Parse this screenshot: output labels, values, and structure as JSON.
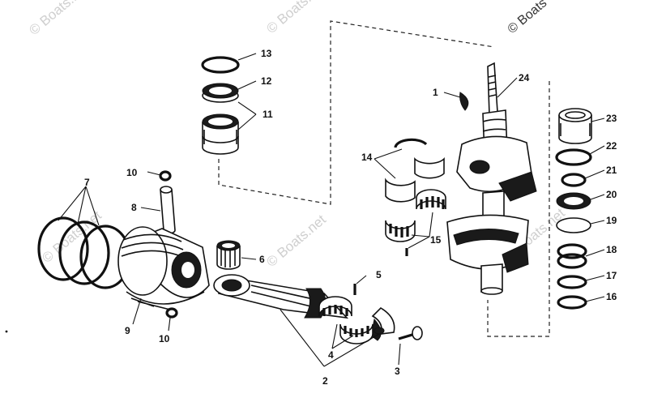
{
  "diagram": {
    "part_labels": [
      "1",
      "2",
      "3",
      "4",
      "5",
      "6",
      "7",
      "8",
      "9",
      "10",
      "10",
      "11",
      "12",
      "13",
      "14",
      "15",
      "16",
      "17",
      "18",
      "19",
      "20",
      "21",
      "22",
      "23",
      "24"
    ]
  },
  "watermarks": {
    "brand": "© Boats.net",
    "corner": "© Boats"
  }
}
